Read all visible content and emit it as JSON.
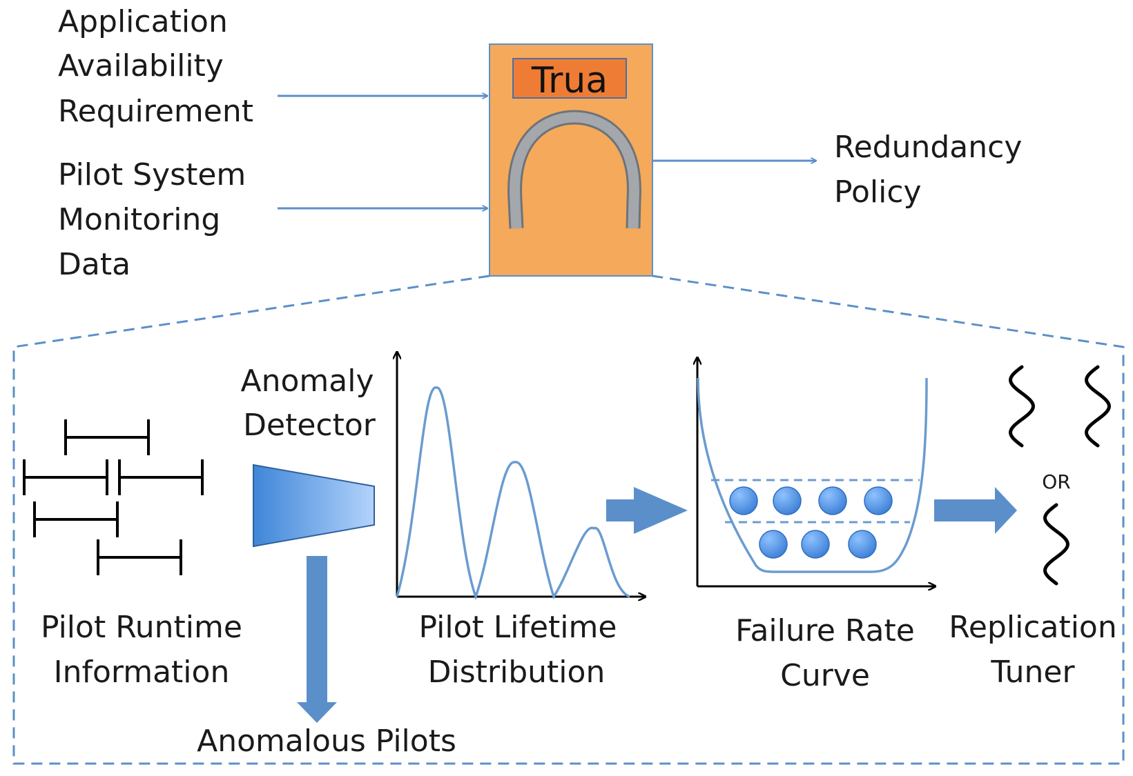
{
  "colors": {
    "box_fill": "#f5a95a",
    "box_stroke": "#5b8fc9",
    "title_fill": "#ef7c34",
    "arrow": "#5b8fc9",
    "curve": "#6a9bd0",
    "ball": "#4f8edc",
    "arc": "#a4a8ad",
    "text": "#1a1a1a"
  },
  "top": {
    "inputs": {
      "availability": [
        "Application",
        "Availability",
        "Requirement"
      ],
      "monitoring": [
        "Pilot System",
        "Monitoring",
        "Data"
      ]
    },
    "box": {
      "title": "Trua",
      "icon": "arch-icon"
    },
    "output": [
      "Redundancy",
      "Policy"
    ]
  },
  "detail": {
    "runtime_info": {
      "label": [
        "Pilot Runtime",
        "Information"
      ]
    },
    "anomaly_detector": {
      "label": [
        "Anomaly",
        "Detector"
      ],
      "output_label": "Anomalous Pilots"
    },
    "lifetime_distribution": {
      "label": [
        "Pilot Lifetime",
        "Distribution"
      ]
    },
    "failure_rate_curve": {
      "label": [
        "Failure Rate",
        "Curve"
      ]
    },
    "replication_tuner": {
      "label": [
        "Replication",
        "Tuner"
      ],
      "or_label": "OR"
    }
  }
}
